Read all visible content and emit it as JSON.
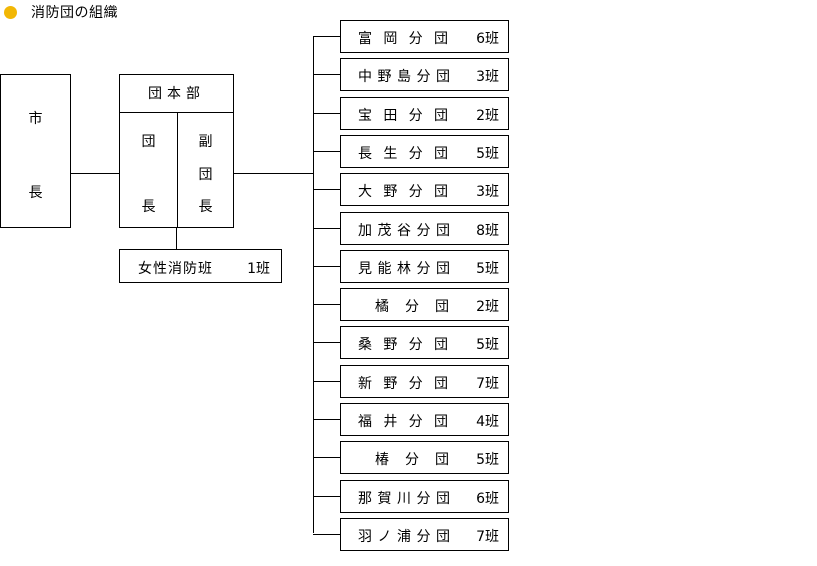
{
  "header": {
    "title": "消防団の組織",
    "bullet_color": "#f2b705"
  },
  "mayor": {
    "char1": "市",
    "char2": "長"
  },
  "hq": {
    "label": "団本部",
    "chief": {
      "char1": "団",
      "char2": "長"
    },
    "vice_chief": {
      "char1": "副",
      "char2": "団",
      "char3": "長"
    }
  },
  "women_unit": {
    "name": "女性消防班",
    "count": "1班"
  },
  "branches": [
    {
      "name": "富岡分団",
      "count": "6班"
    },
    {
      "name": "中野島分団",
      "count": "3班"
    },
    {
      "name": "宝田分団",
      "count": "2班"
    },
    {
      "name": "長生分団",
      "count": "5班"
    },
    {
      "name": "大野分団",
      "count": "3班"
    },
    {
      "name": "加茂谷分団",
      "count": "8班"
    },
    {
      "name": "見能林分団",
      "count": "5班"
    },
    {
      "name": "橘分団",
      "count": "2班"
    },
    {
      "name": "桑野分団",
      "count": "5班"
    },
    {
      "name": "新野分団",
      "count": "7班"
    },
    {
      "name": "福井分団",
      "count": "4班"
    },
    {
      "name": "椿分団",
      "count": "5班"
    },
    {
      "name": "那賀川分団",
      "count": "6班"
    },
    {
      "name": "羽ノ浦分団",
      "count": "7班"
    }
  ]
}
